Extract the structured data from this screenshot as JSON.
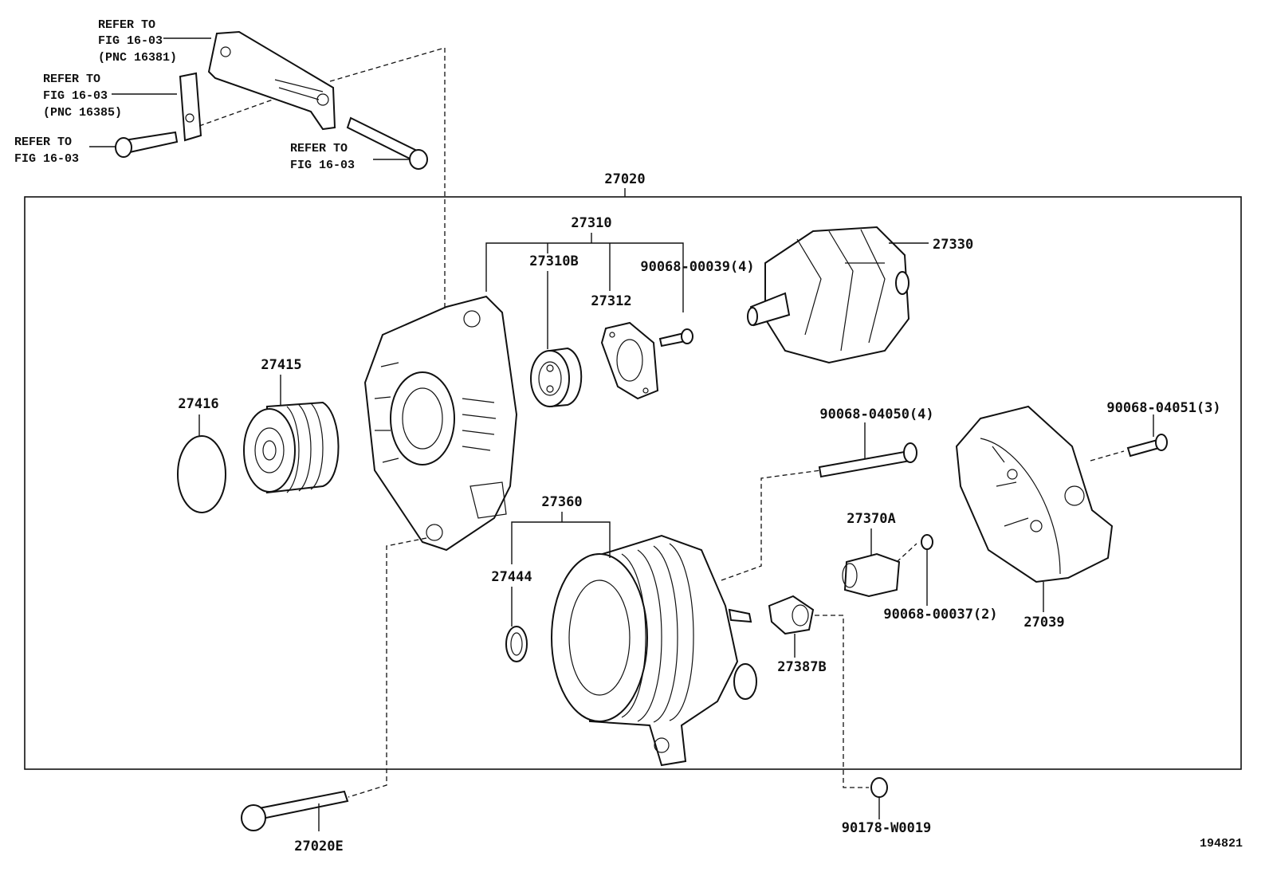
{
  "diagram_id": "194821",
  "assembly": {
    "part_no": "27020"
  },
  "parts": {
    "p27310": "27310",
    "p27310B": "27310B",
    "p27312": "27312",
    "p90068_00039": "90068-00039(4)",
    "p27330": "27330",
    "p27415": "27415",
    "p27416": "27416",
    "p90068_04050": "90068-04050(4)",
    "p90068_04051": "90068-04051(3)",
    "p27360": "27360",
    "p27444": "27444",
    "p27370A": "27370A",
    "p90068_00037": "90068-00037(2)",
    "p27039": "27039",
    "p27387B": "27387B",
    "p90178_W0019": "90178-W0019",
    "p27020E": "27020E"
  },
  "references": {
    "ref1": {
      "line1": "REFER TO",
      "line2": "FIG 16-03",
      "line3": "(PNC 16381)"
    },
    "ref2": {
      "line1": "REFER TO",
      "line2": "FIG 16-03",
      "line3": "(PNC 16385)"
    },
    "ref3": {
      "line1": "REFER TO",
      "line2": "FIG 16-03"
    },
    "ref4": {
      "line1": "REFER TO",
      "line2": "FIG 16-03"
    }
  }
}
